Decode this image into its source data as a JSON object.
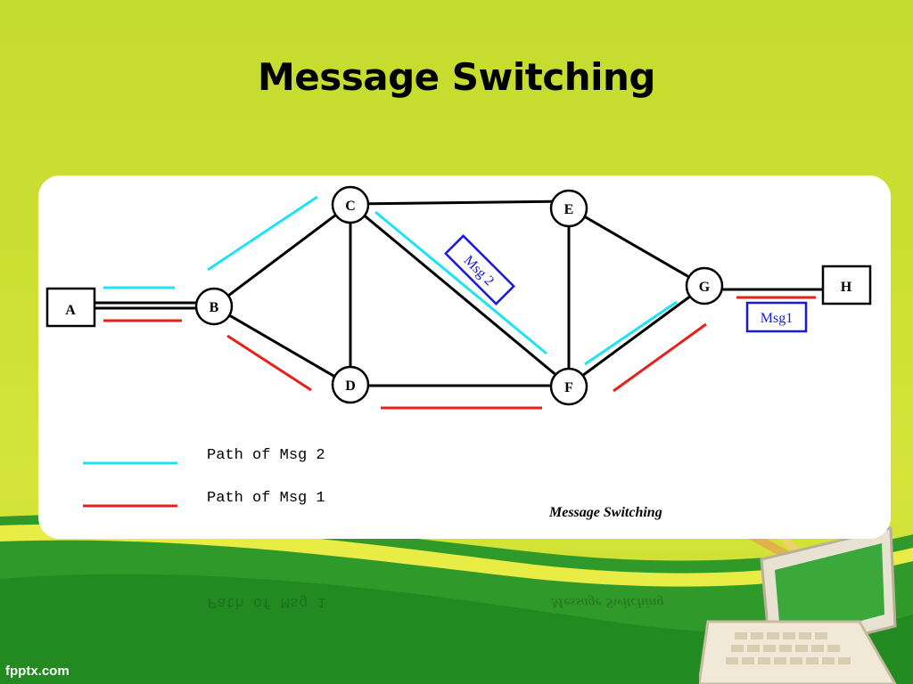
{
  "slide": {
    "title": "Message Switching",
    "footer": "fpptx.com"
  },
  "diagram": {
    "nodes": {
      "A": "A",
      "B": "B",
      "C": "C",
      "D": "D",
      "E": "E",
      "F": "F",
      "G": "G",
      "H": "H"
    },
    "message_labels": {
      "msg2": "Msg 2",
      "msg1": "Msg1"
    },
    "legend": {
      "msg2": "Path of Msg 2",
      "msg1": "Path of Msg 1"
    },
    "caption": "Message Switching",
    "colors": {
      "msg2_path": "#1fe3f0",
      "msg1_path": "#e8201c",
      "msg_box": "#1a1adb",
      "link": "#000000"
    }
  }
}
